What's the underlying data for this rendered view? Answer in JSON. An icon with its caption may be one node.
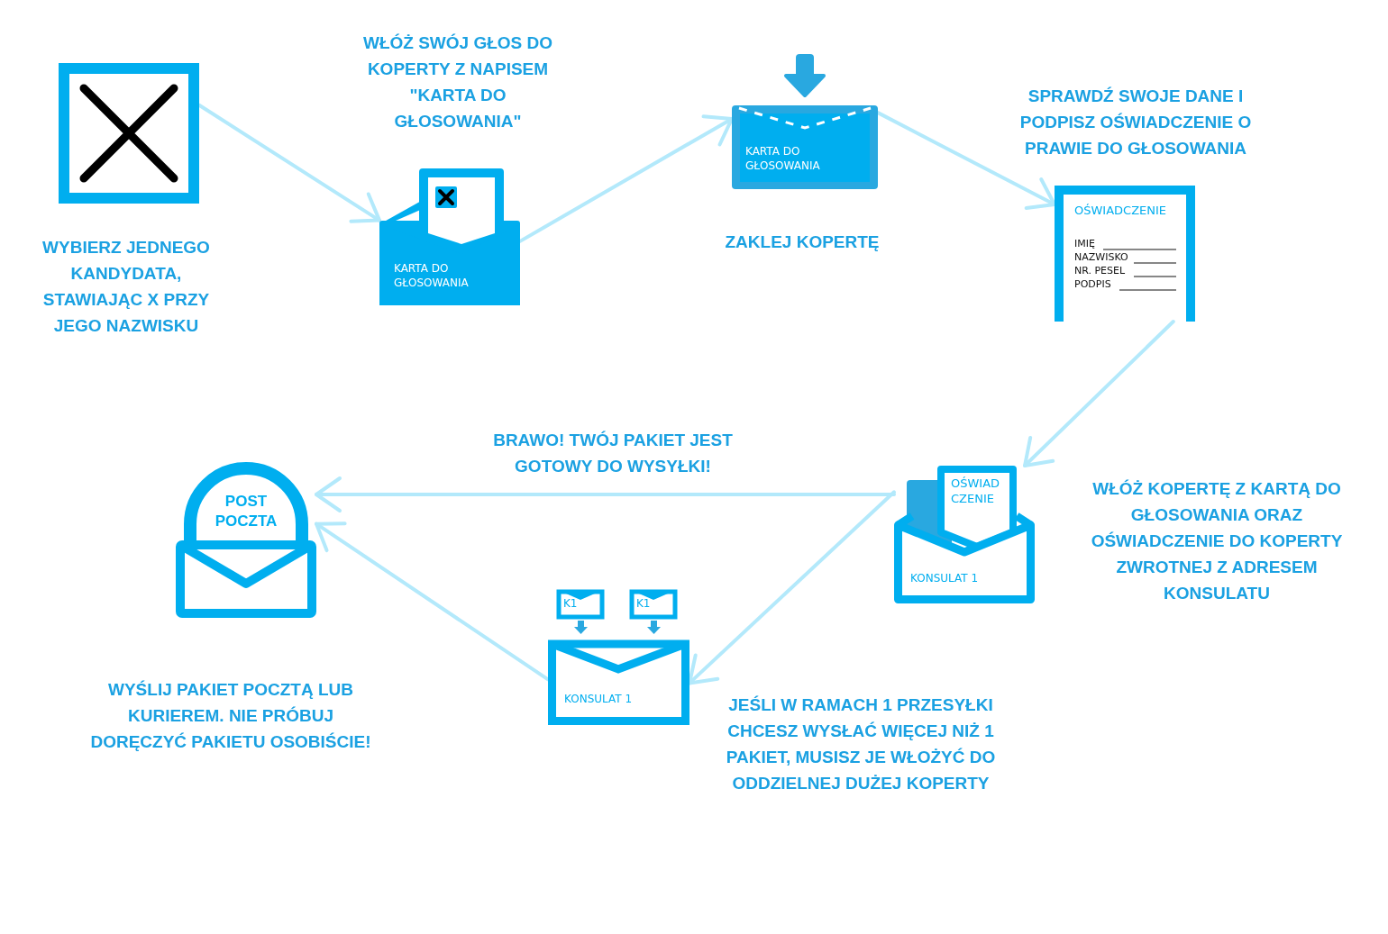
{
  "diagram": {
    "nodes": [
      {
        "text": [],
        "shape": "box",
        "beside": [
          "WYBIERZ JEDNEGO KANDYDATA, STAWIAJĄC X PRZY JEGO NAZWISKU"
        ]
      },
      {
        "text": [
          "KARTA DO GŁOSOWANIA"
        ],
        "beside": [
          "WŁÓŻ SWÓJ GŁOS DO KOPERTY Z NAPISEM \"KARTA DO GŁOSOWANIA\""
        ]
      },
      {
        "text": [
          "KARTA DO GŁOSOWANIA"
        ],
        "beside": [
          "ZAKLEJ KOPERTĘ"
        ]
      },
      {
        "text": [
          "OŚWIADCZENIE",
          "IMIĘ",
          "NAZWISKO",
          "NR. PESEL",
          "PODPIS"
        ],
        "beside": [
          "SPRAWDŹ SWOJE DANE I PODPISZ OŚWIADCZENIE O PRAWIE DO GŁOSOWANIA"
        ]
      },
      {
        "text": [
          "OŚWIAD CZENIE",
          "KONSULAT 1"
        ],
        "beside": [
          "WŁÓŻ KOPERTĘ Z KARTĄ DO GŁOSOWANIA ORAZ OŚWIADCZENIE DO KOPERTY ZWROTNEJ Z ADRESEM KONSULATU"
        ]
      },
      {
        "text": [
          "K1",
          "K1",
          "KONSULAT 1"
        ],
        "beside": [
          "JEŚLI W RAMACH 1 PRZESYŁKI CHCESZ WYSŁAĆ WIĘCEJ NIŻ 1 PAKIET, MUSISZ JE WŁOŻYĆ DO ODDZIELNEJ DUŻEJ KOPERTY"
        ]
      },
      {
        "text": [
          "POST POCZTA"
        ],
        "beside": [
          "WYŚLIJ PAKIET POCZTĄ LUB KURIEREM. NIE PRÓBUJ DORĘCZYĆ PAKIETU OSOBIŚCIE!"
        ]
      }
    ],
    "edges": [
      {
        "from": 0,
        "to": 1,
        "arrow": "to"
      },
      {
        "from": 1,
        "to": 2,
        "arrow": "to"
      },
      {
        "from": 2,
        "to": 3,
        "arrow": "to"
      },
      {
        "from": 3,
        "to": 4,
        "arrow": "to"
      },
      {
        "from": 4,
        "to": 6,
        "arrow": "to",
        "label": "BRAWO! TWÓJ PAKIET JEST GOTOWY DO WYSYŁKI!"
      },
      {
        "from": 4,
        "to": 5,
        "arrow": "to"
      },
      {
        "from": 5,
        "to": 6,
        "arrow": "to"
      }
    ]
  }
}
